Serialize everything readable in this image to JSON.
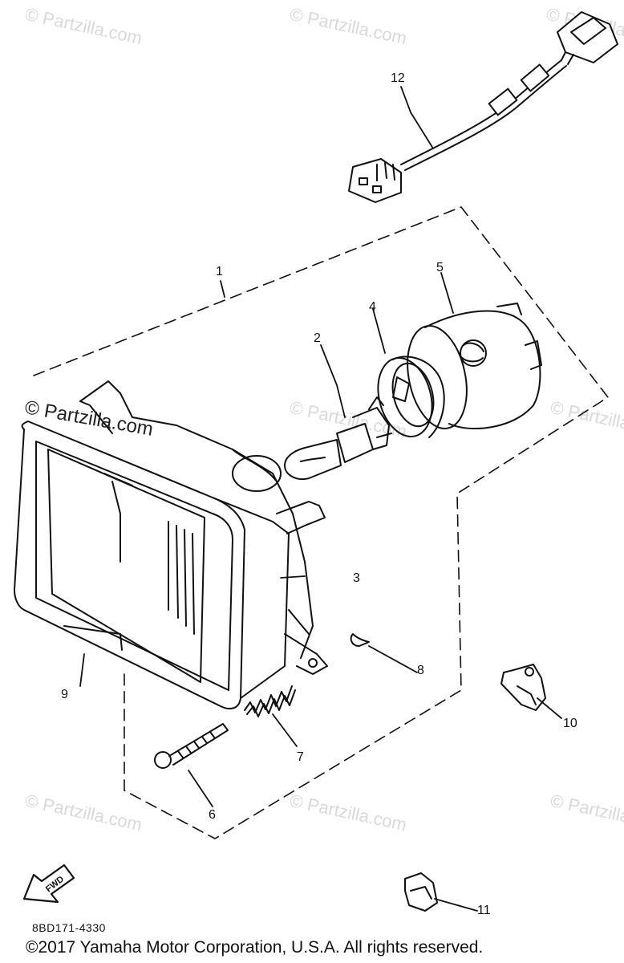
{
  "watermarks": {
    "faint": "© Partzilla.com",
    "strong": "© Partzilla.com"
  },
  "callouts": {
    "c1": "1",
    "c2": "2",
    "c3": "3",
    "c4": "4",
    "c5": "5",
    "c6": "6",
    "c7": "7",
    "c8": "8",
    "c9": "9",
    "c10": "10",
    "c11": "11",
    "c12": "12"
  },
  "fwd_label": "FWD",
  "part_code": "8BD171-4330",
  "copyright": "©2017 Yamaha Motor Corporation, U.S.A. All rights reserved."
}
